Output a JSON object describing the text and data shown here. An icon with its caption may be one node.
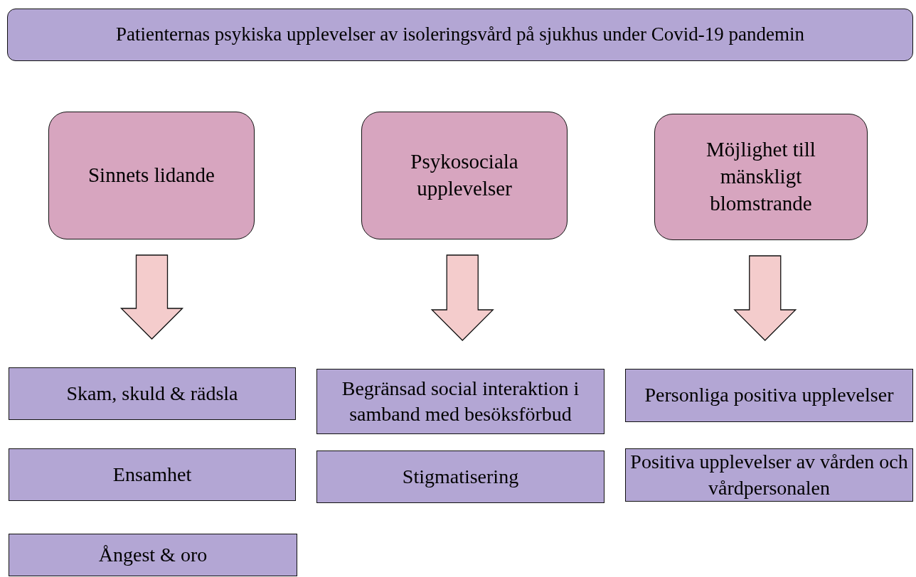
{
  "diagram": {
    "nodes": [
      {
        "text": [
          "Patienternas psykiska upplevelser av isoleringsvård på sjukhus under Covid-19 pandemin"
        ]
      },
      {
        "text": [
          "Sinnets lidande"
        ]
      },
      {
        "text": [
          "Psykosociala upplevelser"
        ]
      },
      {
        "text": [
          "Möjlighet till mänskligt blomstrande"
        ]
      },
      {
        "text": [
          "Skam, skuld & rädsla"
        ]
      },
      {
        "text": [
          "Ensamhet"
        ]
      },
      {
        "text": [
          "Ångest & oro"
        ]
      },
      {
        "text": [
          "Begränsad social interaktion i samband med besöksförbud"
        ]
      },
      {
        "text": [
          "Stigmatisering"
        ]
      },
      {
        "text": [
          "Personliga positiva upplevelser"
        ]
      },
      {
        "text": [
          "Positiva upplevelser av vården och vårdpersonalen"
        ]
      }
    ],
    "edges": [
      {
        "from": 1,
        "to": 4,
        "arrow": "to"
      },
      {
        "from": 2,
        "to": 7,
        "arrow": "to"
      },
      {
        "from": 3,
        "to": 9,
        "arrow": "to"
      }
    ]
  }
}
